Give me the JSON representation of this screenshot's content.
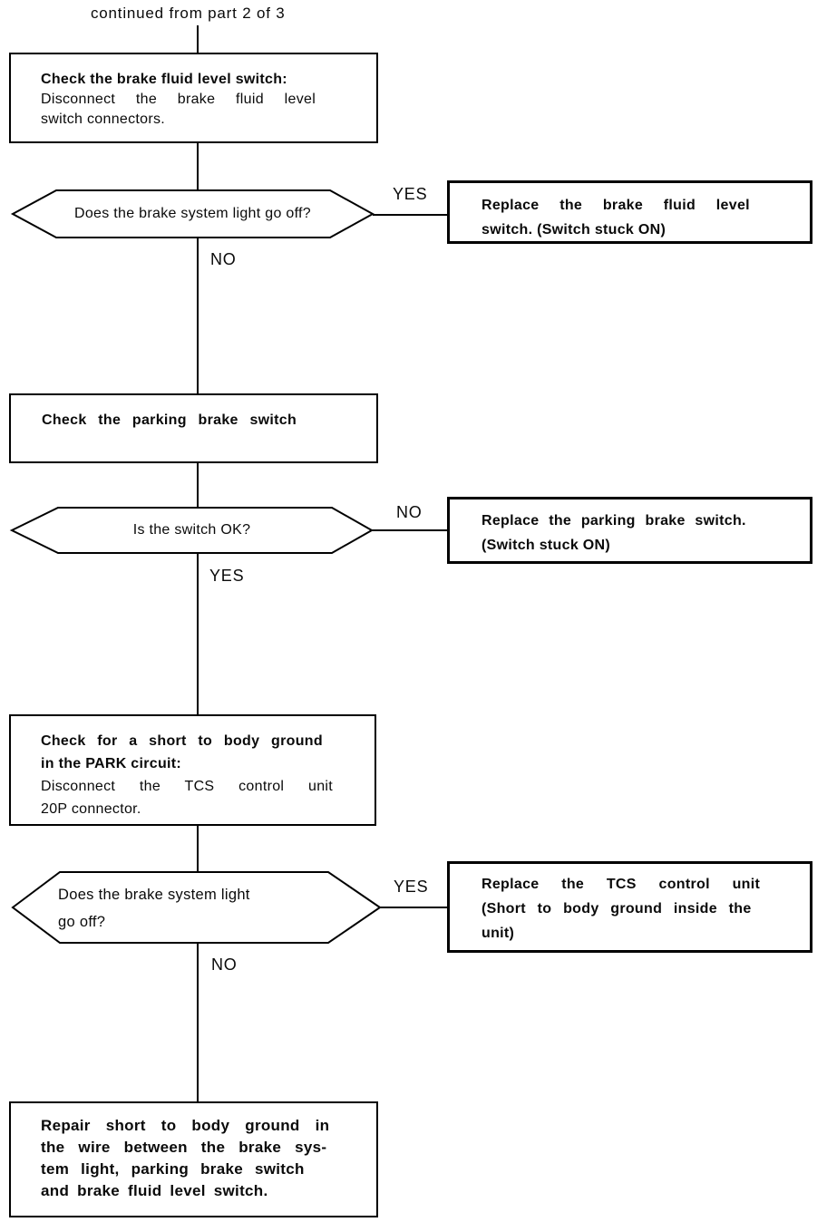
{
  "page": {
    "continued_from": "continued from part 2 of 3"
  },
  "colors": {
    "ink": "#000000",
    "paper": "#ffffff"
  },
  "labels": {
    "yes": "YES",
    "no": "NO"
  },
  "nodes": {
    "check_fluid_switch": {
      "title": "Check the brake fluid level switch:",
      "line1": "Disconnect the brake fluid level",
      "line2": "switch connectors."
    },
    "fluid_light_off": {
      "question": "Does the brake system light go off?"
    },
    "replace_fluid_switch": {
      "line1": "Replace the brake fluid level",
      "line2": "switch. (Switch stuck ON)"
    },
    "check_parking_switch": {
      "title": "Check the parking brake switch"
    },
    "switch_ok": {
      "question": "Is the switch OK?"
    },
    "replace_parking_switch": {
      "line1": "Replace the parking brake switch.",
      "line2": "(Switch stuck ON)"
    },
    "check_short": {
      "title1": "Check for a short to body ground",
      "title2": "in the PARK circuit:",
      "line1": "Disconnect the TCS control unit",
      "line2": "20P connector."
    },
    "short_light_off": {
      "question1": "Does the brake system light",
      "question2": "go off?"
    },
    "replace_tcs": {
      "line1": "Replace the TCS control unit",
      "line2": "(Short to body ground inside the",
      "line3": "unit)"
    },
    "repair_short": {
      "line1": "Repair short to body ground in",
      "line2": "the wire between the brake sys-",
      "line3": "tem light, parking brake switch",
      "line4": "and brake fluid level switch."
    }
  }
}
